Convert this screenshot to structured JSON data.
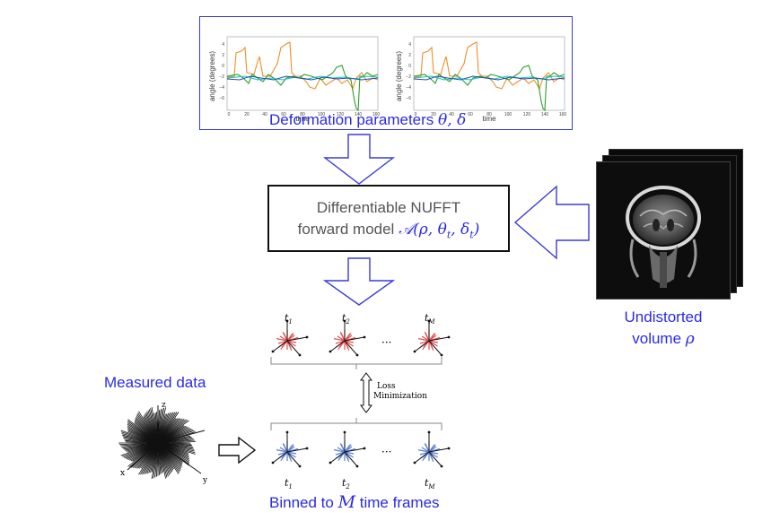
{
  "deformation_caption": {
    "text": "Deformation parameters ",
    "symbols": "θ, δ"
  },
  "plot": {
    "ylabel": "angle (degrees)",
    "xlabel": "time",
    "yticks": [
      "4",
      "2",
      "0",
      "−2",
      "−4",
      "−6"
    ],
    "xticks": [
      "0",
      "20",
      "40",
      "60",
      "80",
      "100",
      "120",
      "140",
      "160"
    ]
  },
  "model_box": {
    "line1": "Differentiable NUFFT",
    "line2_text": "forward model ",
    "line2_math": "𝒜(ρ, θ",
    "sub_t": "t",
    "math_mid": ", δ",
    "math_end": ")"
  },
  "undistorted": {
    "line1": "Undistorted",
    "line2_text": "volume ",
    "line2_math": "ρ"
  },
  "measured": {
    "label": "Measured data",
    "axis_x": "x",
    "axis_y": "y",
    "axis_z": "z"
  },
  "binned": {
    "prefix": "Binned to ",
    "math": "M",
    "suffix": " time frames"
  },
  "frames": {
    "top": [
      {
        "t": "t",
        "sub": "1"
      },
      {
        "t": "t",
        "sub": "2"
      },
      {
        "t": "t",
        "sub": "M"
      }
    ],
    "bottom": [
      {
        "t": "t",
        "sub": "1"
      },
      {
        "t": "t",
        "sub": "2"
      },
      {
        "t": "t",
        "sub": "M"
      }
    ],
    "ellipsis": "···"
  },
  "loss": {
    "line1": "Loss",
    "line2": "Minimization"
  },
  "colors": {
    "blue": "#2a2ae6",
    "frame_red": "#e05050",
    "frame_blue": "#5a7fd0",
    "orange": "#f28c28",
    "green": "#2ca02c",
    "teal": "#17becf",
    "navy": "#1f4fa0"
  }
}
